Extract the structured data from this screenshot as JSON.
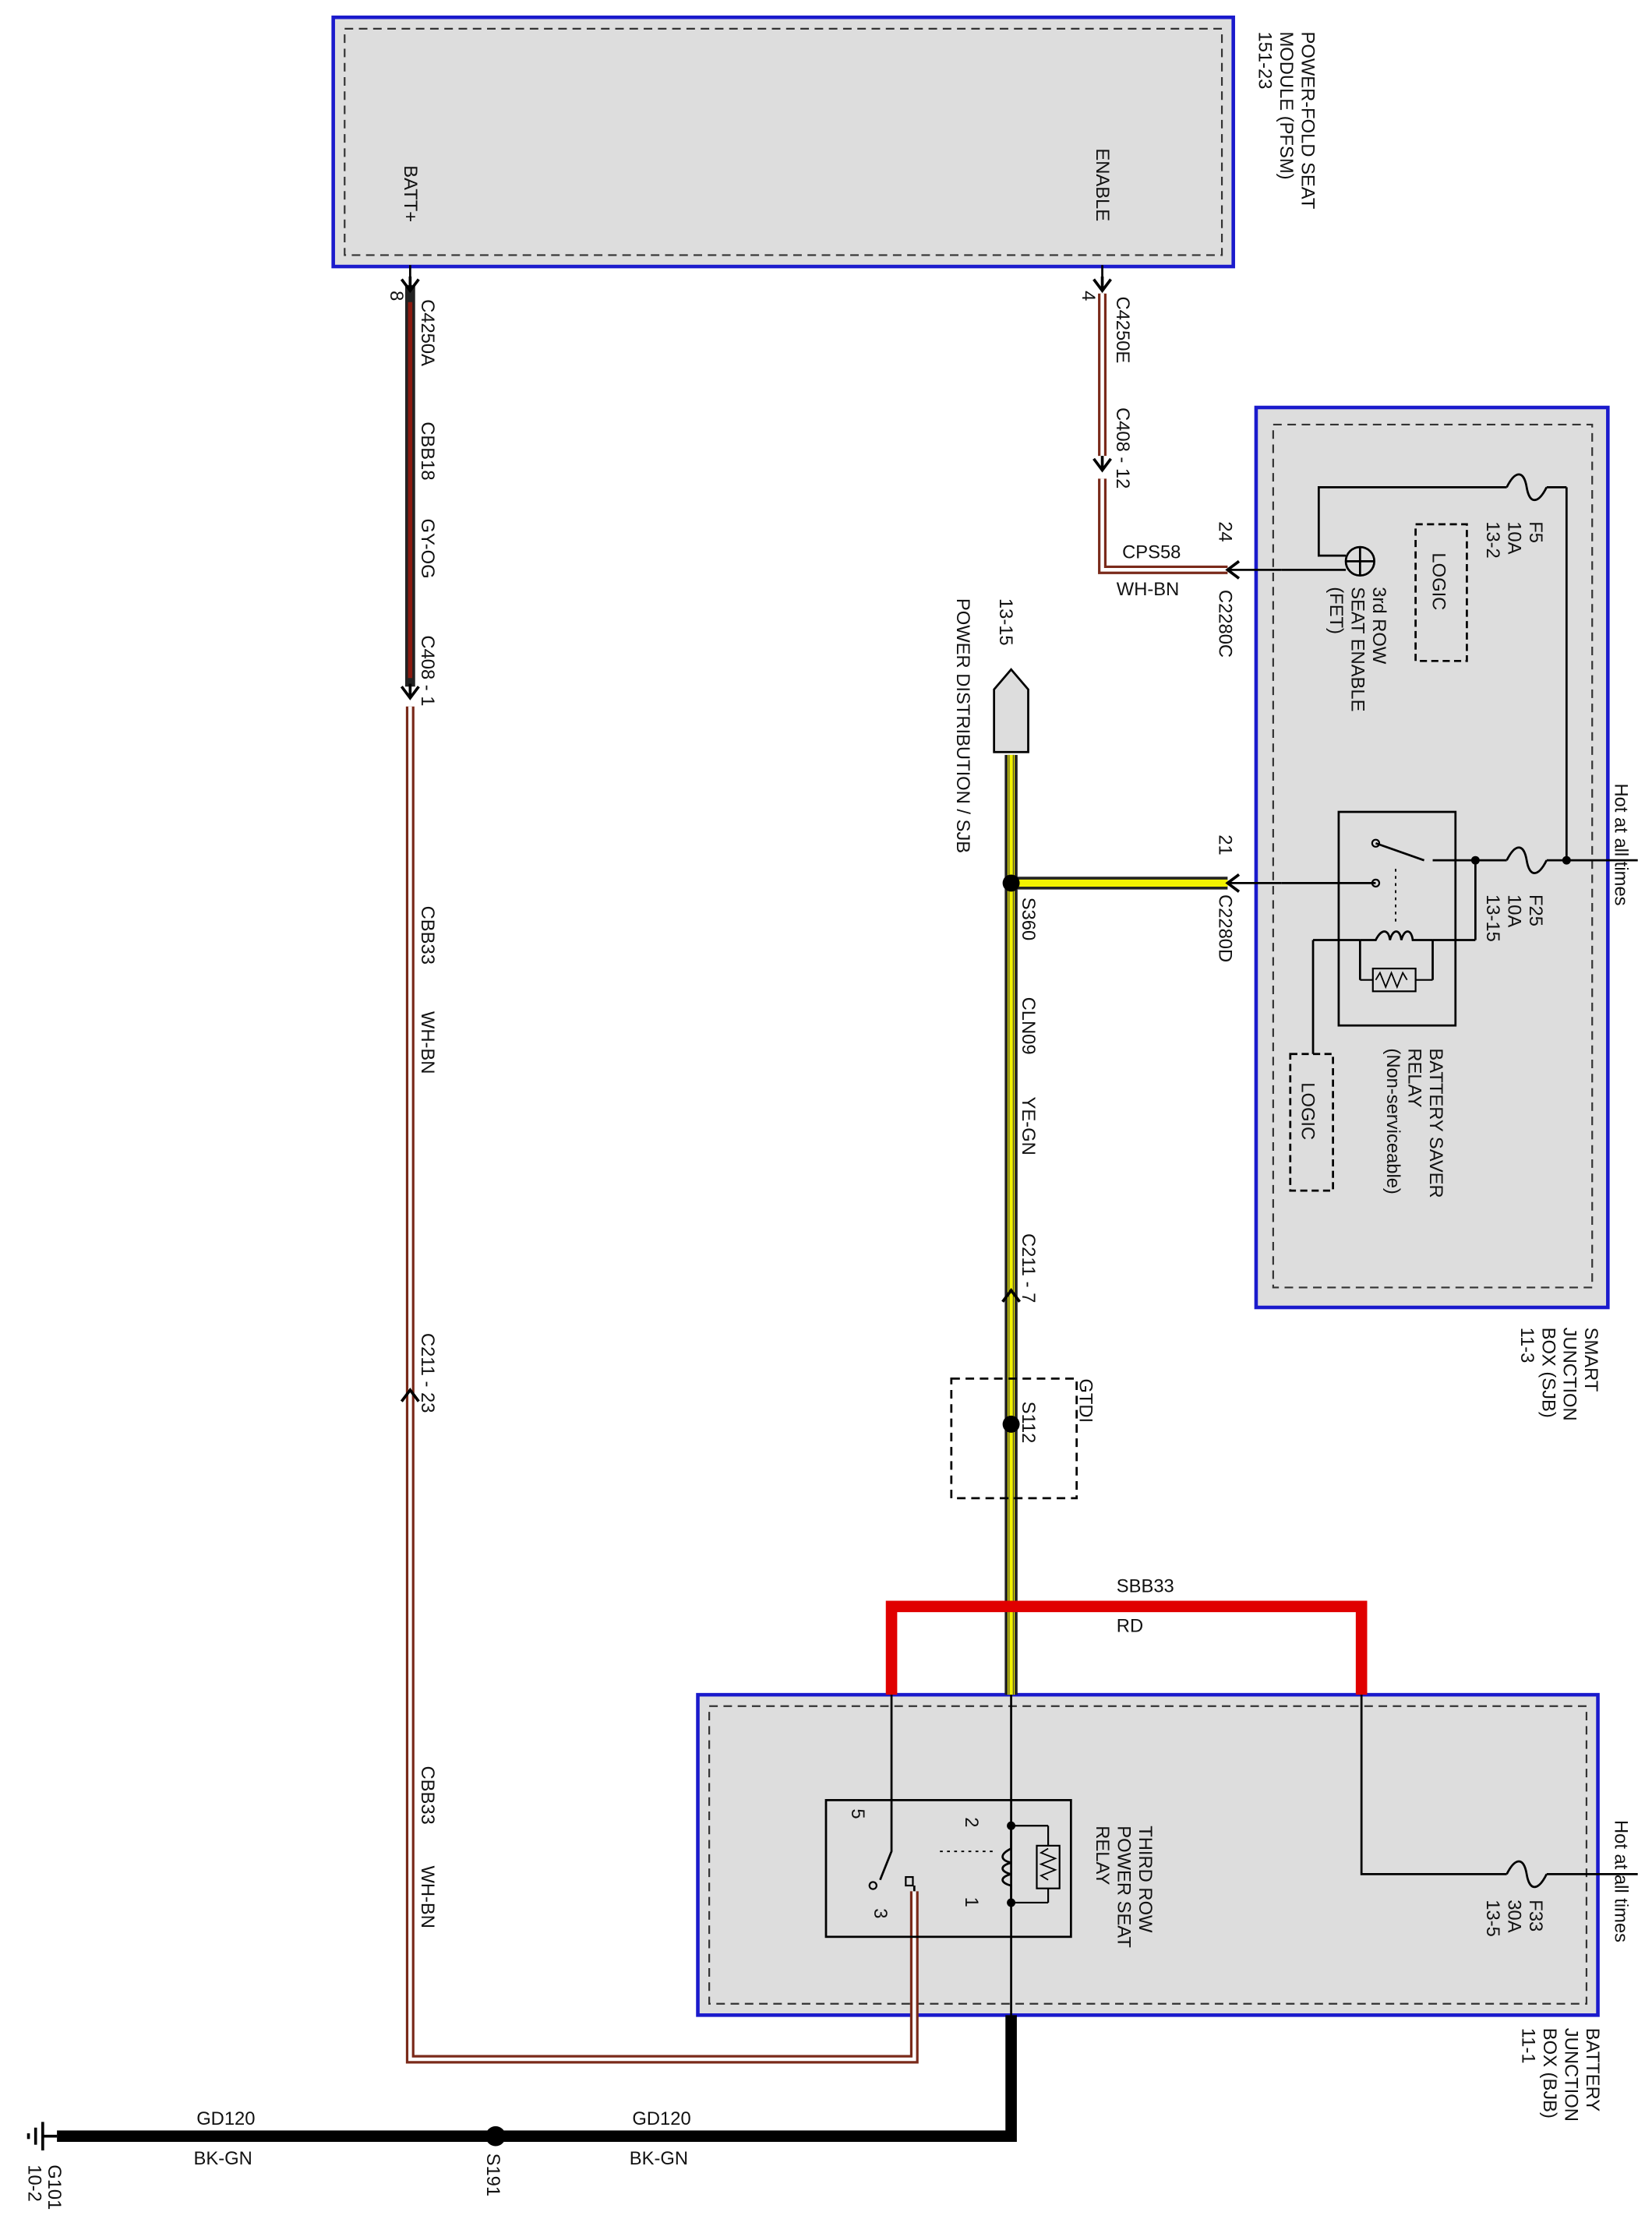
{
  "modules": {
    "pfsm": {
      "name_lines": [
        "POWER-FOLD SEAT",
        "MODULE (PFSM)",
        "151-23"
      ],
      "pin_batt": "BATT+",
      "pin_enable": "ENABLE"
    },
    "sjb": {
      "name_lines": [
        "SMART",
        "JUNCTION",
        "BOX (SJB)",
        "11-3"
      ],
      "hot_label": "Hot at all times",
      "fuse_f5": [
        "F5",
        "10A",
        "13-2"
      ],
      "fuse_f25": [
        "F25",
        "10A",
        "13-15"
      ],
      "logic_top": "LOGIC",
      "logic_bottom": "LOGIC",
      "fet_lines": [
        "3rd ROW",
        "SEAT ENABLE",
        "(FET)"
      ],
      "relay_lines": [
        "BATTERY SAVER",
        "RELAY",
        "(Non-serviceable)"
      ]
    },
    "bjb": {
      "name_lines": [
        "BATTERY",
        "JUNCTION",
        "BOX (BJB)",
        "11-1"
      ],
      "hot_label": "Hot at all times",
      "fuse_f33": [
        "F33",
        "30A",
        "13-5"
      ],
      "relay_lines": [
        "THIRD ROW",
        "POWER SEAT",
        "RELAY"
      ],
      "relay_pins": [
        "1",
        "2",
        "3",
        "5"
      ]
    }
  },
  "connectors": {
    "c4250a": "C4250A",
    "c4250a_pin": "8",
    "c4250e": "C4250E",
    "c4250e_pin": "4",
    "c408_12": "C408  -  12",
    "c408_1": "C408  -  1",
    "c2280c": "C2280C",
    "c2280c_pin": "24",
    "c2280d": "C2280D",
    "c2280d_pin": "21",
    "c211_7": "C211  -  7",
    "c211_23": "C211  -  23"
  },
  "circuits": {
    "cbb18": "CBB18",
    "gy_og": "GY-OG",
    "cbb33_a": "CBB33",
    "wh_bn_a": "WH-BN",
    "cbb33_b": "CBB33",
    "wh_bn_b": "WH-BN",
    "cps58": "CPS58",
    "wh_bn_c": "WH-BN",
    "cln09": "CLN09",
    "ye_gn": "YE-GN",
    "sbb33": "SBB33",
    "rd": "RD",
    "gd120_a": "GD120",
    "bk_gn_a": "BK-GN",
    "gd120_b": "GD120",
    "bk_gn_b": "BK-GN"
  },
  "splices": {
    "s360": "S360",
    "s112": "S112",
    "gtdi": "GTDI",
    "s191": "S191"
  },
  "power_dist": {
    "ref": "13-15",
    "label": "POWER DISTRIBUTION / SJB"
  },
  "ground": {
    "id": "G101",
    "ref": "10-2"
  },
  "colors": {
    "module_border": "#1a1acc",
    "module_fill": "#dddddd",
    "red_wire": "#e00000",
    "yellow_wire": "#f2f200",
    "brown_wire": "#7a2a1a"
  }
}
